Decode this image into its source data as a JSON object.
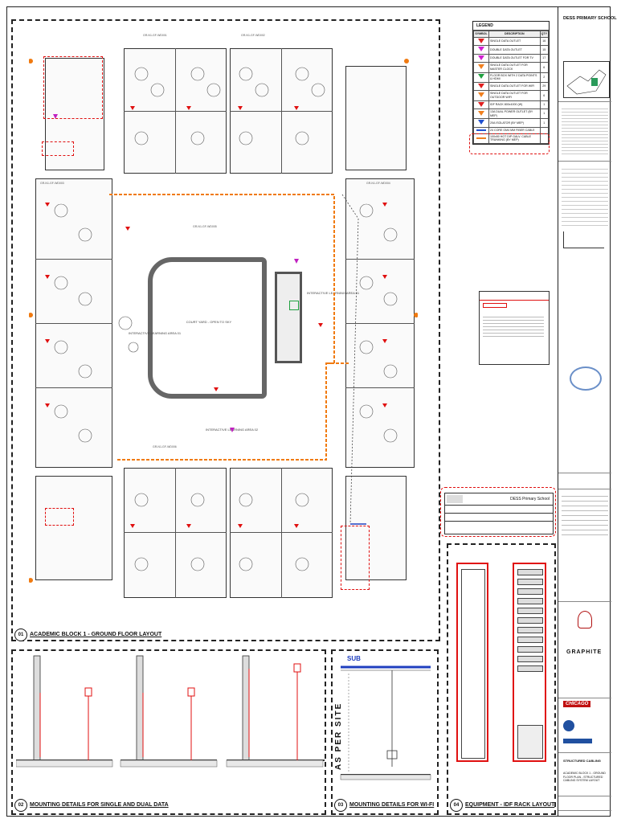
{
  "school": {
    "name": "DESS PRIMARY SCHOOL",
    "short_name": "DESS Primary School"
  },
  "panels": {
    "p01": {
      "num": "01",
      "title": "ACADEMIC BLOCK 1 - GROUND FLOOR LAYOUT"
    },
    "p02": {
      "num": "02",
      "title": "MOUNTING DETAILS FOR SINGLE AND DUAL DATA"
    },
    "p03": {
      "num": "03",
      "title": "MOUNTING DETAILS FOR WI-FI"
    },
    "p04": {
      "num": "04",
      "title": "EQUIPMENT - IDF RACK LAYOUT"
    }
  },
  "legend": {
    "title": "LEGEND",
    "headers": [
      "SYMBOL",
      "DESCRIPTION",
      "QTY"
    ],
    "rows": [
      {
        "desc": "SINGLE DATA OUTLET",
        "qty": "16",
        "color": "#e02020"
      },
      {
        "desc": "DOUBLE DATA OUTLET",
        "qty": "15",
        "color": "#d020d0"
      },
      {
        "desc": "DOUBLE DATA OUTLET FOR TV",
        "qty": "17",
        "color": "#d020d0"
      },
      {
        "desc": "SINGLE DATA OUTLET FOR MASTER CLOCK",
        "qty": "6",
        "color": "#f08020"
      },
      {
        "desc": "FLOOR BOX WITH 2 DATA POINTS & HDMI",
        "qty": "2",
        "color": "#20a040"
      },
      {
        "desc": "SINGLE DATA OUTLET FOR WIFI",
        "qty": "29",
        "color": "#e02020"
      },
      {
        "desc": "SINGLE DATA OUTLET FOR OUTDOOR WIFI",
        "qty": "6",
        "color": "#f08020"
      },
      {
        "desc": "IDF RACK 800x1000 (W)",
        "qty": "1",
        "color": "#e02020"
      },
      {
        "desc": "13A DUAL POWER OUTLET (BY MEP)",
        "qty": "1",
        "color": "#f08020"
      },
      {
        "desc": "20A ISOLATOR (BY MEP)",
        "qty": "1",
        "color": "#2050d0"
      },
      {
        "desc": "24 CORE OM4 MM FIBER CABLE",
        "qty": "",
        "color": "#2050d0"
      },
      {
        "desc": "100x50 HOT DIP GALV. CABLE TRUNKING (BY MEP)",
        "qty": "",
        "color": "#f08020"
      }
    ]
  },
  "floor_labels": {
    "courtyard": "COURT YARD - OPEN TO SKY",
    "learning": "INTERACTIVE LEARNING AREA 01",
    "learning2": "INTERACTIVE LEARNING AREA 02"
  },
  "details": {
    "sub": "SUB",
    "as_per_site": "AS PER SITE"
  },
  "title_block": {
    "brand": "GRAPHITE",
    "client": "CHICAGO",
    "drawing_title": "STRUCTURED CABLING",
    "sheet_desc": "ACADEMIC BLOCK 1 - GROUND FLOOR PLAN - STRUCTURED CABLING SYSTEM LAYOUT"
  },
  "stamp": {
    "title": "DESS Primary School"
  },
  "colors": {
    "red": "#e01010",
    "orange": "#f07a10",
    "blue": "#1f3fbf",
    "magenta": "#c020c0"
  }
}
